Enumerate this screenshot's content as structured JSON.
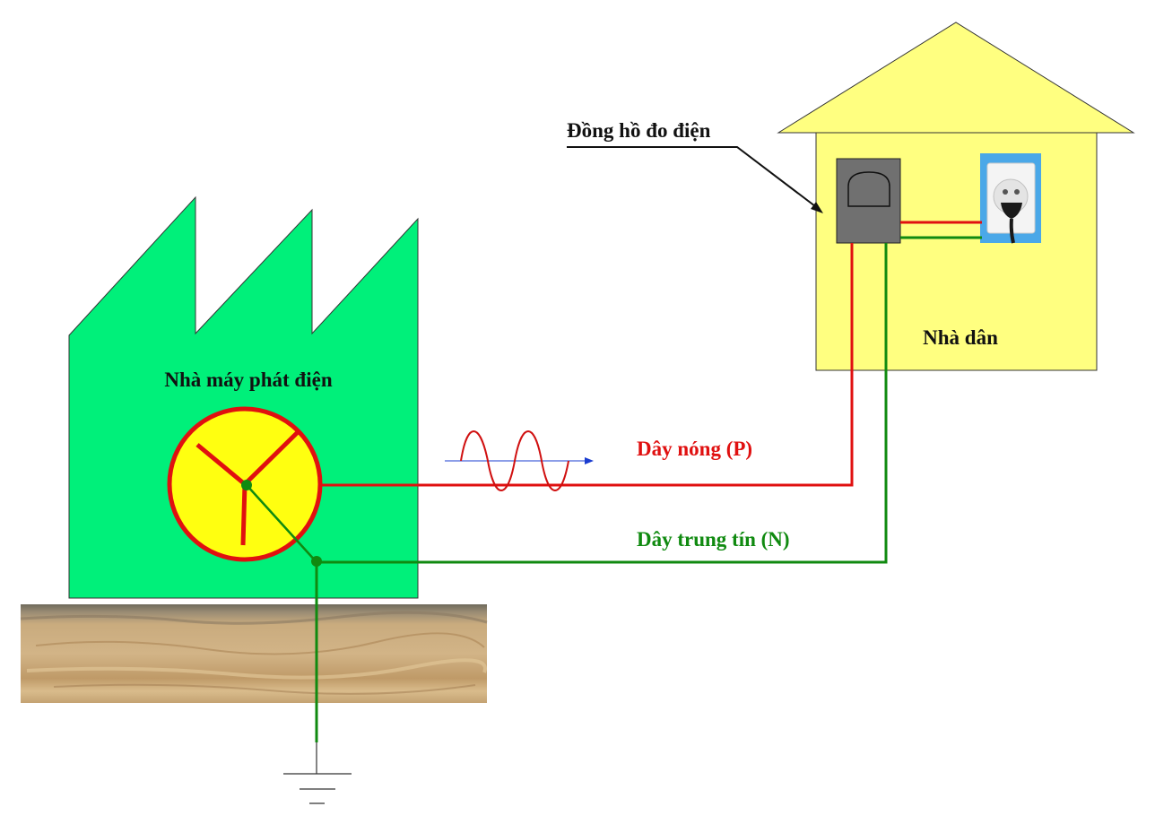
{
  "labels": {
    "factory": "Nhà máy phát điện",
    "house": "Nhà dân",
    "meter": "Đồng hồ đo điện",
    "hot_wire": "Dây nóng (P)",
    "neutral_wire": "Dây trung tín (N)"
  },
  "colors": {
    "factory": "#00f07a",
    "house": "#ffff80",
    "hot_wire": "#e01010",
    "neutral_wire": "#108a10",
    "generator_fill": "#ffff10",
    "meter_body": "#707070",
    "socket_background": "#4aa8e8",
    "ground_layer": "#c8a878"
  },
  "icons": {
    "generator": "three-phase-generator-icon",
    "meter": "electric-meter-icon",
    "socket": "wall-socket-with-plug-icon",
    "wave": "alternating-current-wave-icon",
    "ground": "ground-symbol-icon"
  }
}
